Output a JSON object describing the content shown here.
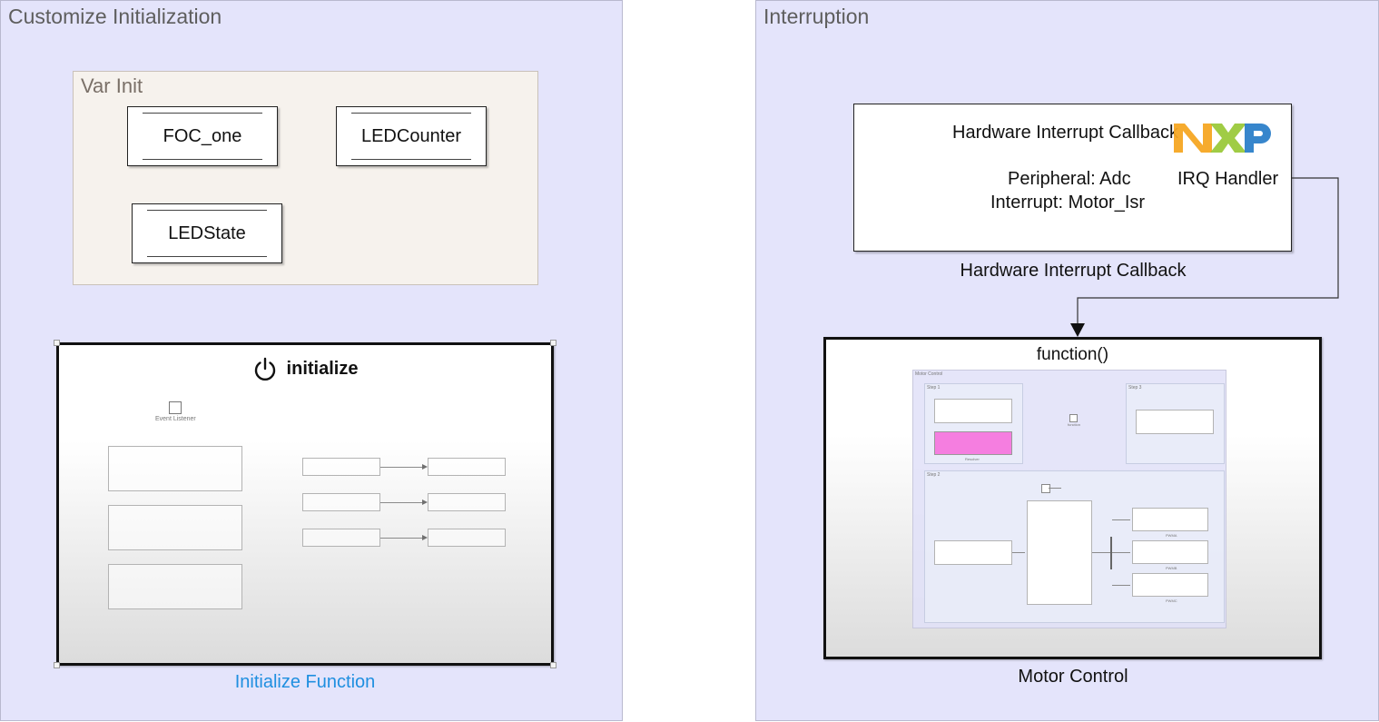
{
  "colors": {
    "area_bg": "#e4e4fb",
    "var_area_bg": "#f6f2ed",
    "caption_blue": "#1f8fe0",
    "nxp_orange": "#f5a623",
    "nxp_green": "#9bc93b",
    "nxp_blue": "#2c7fc9",
    "pink_block": "#f57ee0"
  },
  "left_area": {
    "title": "Customize Initialization",
    "var_init": {
      "title": "Var Init",
      "blocks": [
        "FOC_one",
        "LEDCounter",
        "LEDState"
      ]
    },
    "init_subsystem": {
      "title": "initialize",
      "icon": "power-icon",
      "event_listener_label": "Event Listener",
      "caption": "Initialize Function"
    }
  },
  "right_area": {
    "title": "Interruption",
    "isr_block": {
      "title": "Hardware Interrupt Callback",
      "peripheral": "Peripheral: Adc",
      "interrupt": "Interrupt: Motor_Isr",
      "port_label": "IRQ Handler",
      "logo": "nxp-logo",
      "caption": "Hardware Interrupt Callback"
    },
    "motor_subsystem": {
      "port_label": "function()",
      "caption": "Motor Control",
      "inner": {
        "area_title": "Motor Control",
        "step1": "Step 1",
        "step2": "Step 2",
        "step3": "Step 3",
        "pink_label": "Resolver",
        "function_label": "function",
        "pwm_labels": [
          "PWMA",
          "PWMB",
          "PWMC"
        ]
      }
    }
  }
}
